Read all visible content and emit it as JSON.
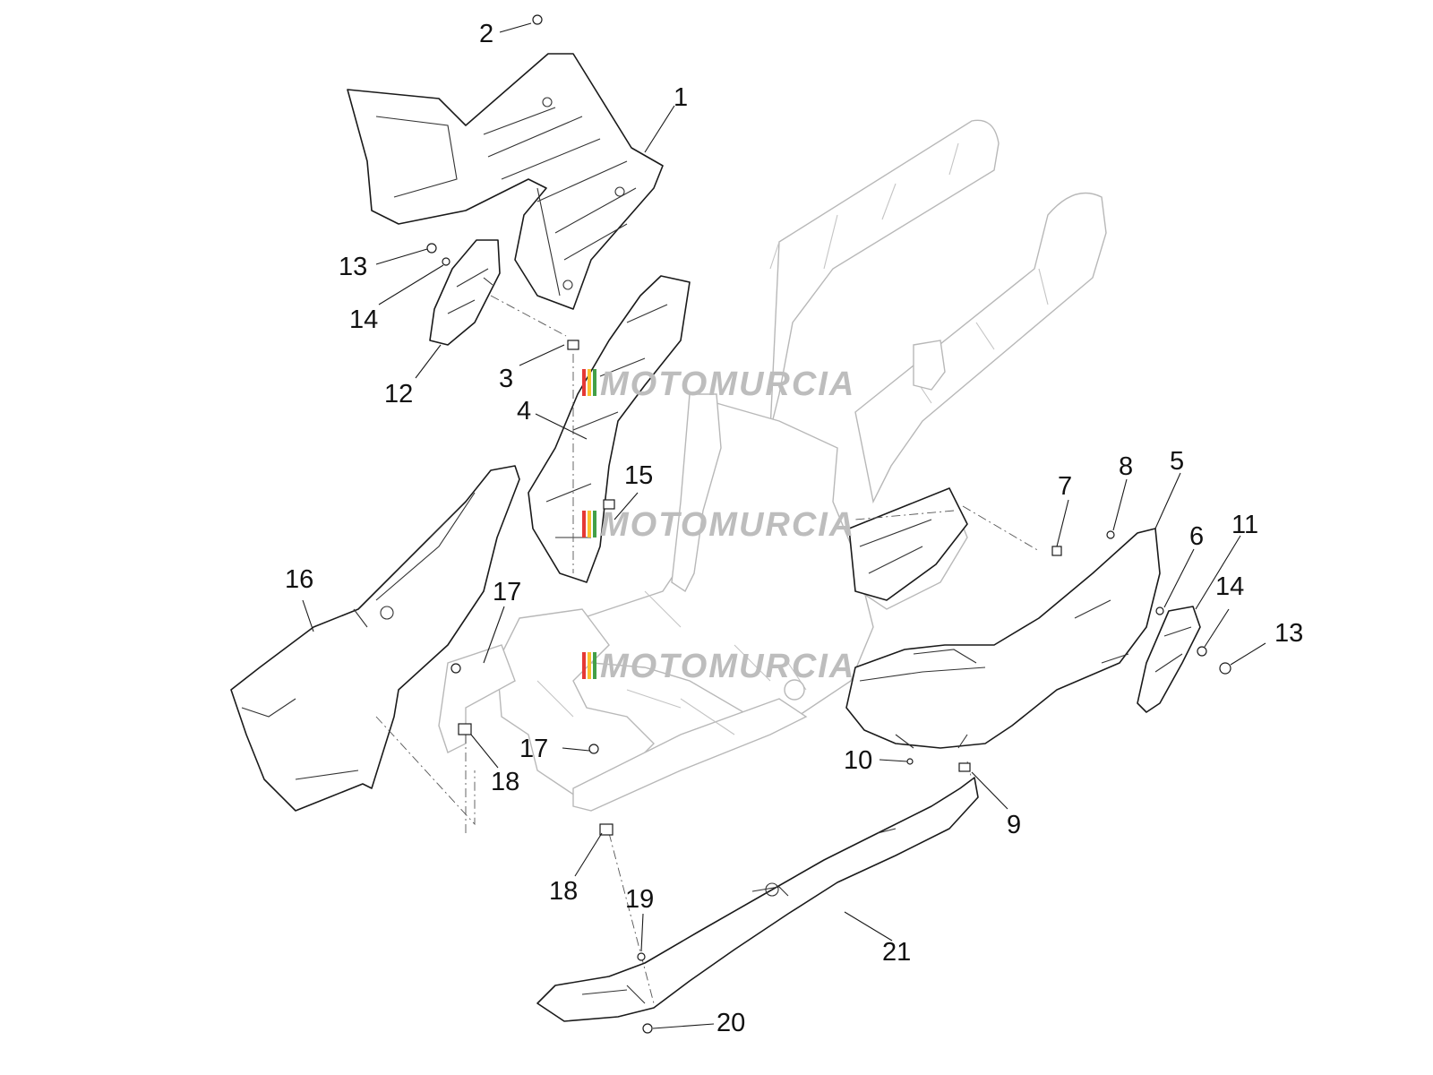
{
  "watermark": {
    "brand": "MOTOMURCIA",
    "stripe_colors": [
      "#e53935",
      "#fbc02d",
      "#43a047"
    ]
  },
  "callouts": [
    "1",
    "2",
    "3",
    "4",
    "5",
    "6",
    "7",
    "8",
    "9",
    "10",
    "11",
    "12",
    "13",
    "14",
    "15",
    "16",
    "17",
    "18",
    "19",
    "20",
    "21",
    "13",
    "14",
    "17",
    "18"
  ]
}
